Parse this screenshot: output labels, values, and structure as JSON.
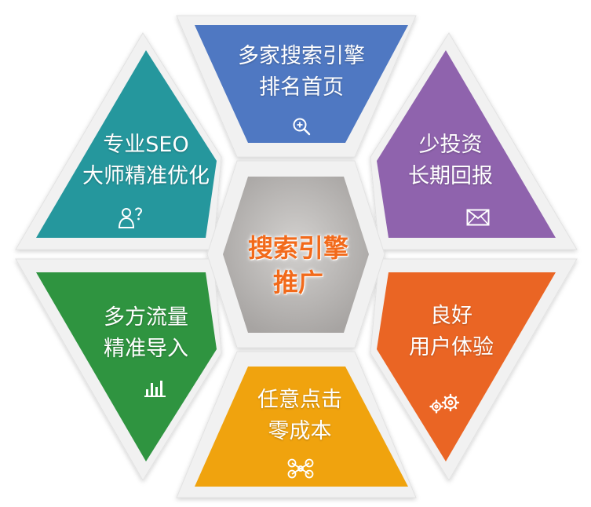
{
  "center": {
    "line1": "搜索引擎",
    "line2": "推广"
  },
  "segments": [
    {
      "id": "top",
      "line1": "多家搜索引擎",
      "line2": "排名首页",
      "icon": "search-zoom-icon",
      "color": "#4f78c2"
    },
    {
      "id": "top-right",
      "line1": "少投资",
      "line2": "长期回报",
      "icon": "envelope-icon",
      "color": "#8f63ad"
    },
    {
      "id": "bottom-right",
      "line1": "良好",
      "line2": "用户体验",
      "icon": "gears-icon",
      "color": "#ea6524"
    },
    {
      "id": "bottom",
      "line1": "任意点击",
      "line2": "零成本",
      "icon": "network-nodes-icon",
      "color": "#f0a30e"
    },
    {
      "id": "bottom-left",
      "line1": "多方流量",
      "line2": "精准导入",
      "icon": "bar-chart-icon",
      "color": "#2f9440"
    },
    {
      "id": "top-left",
      "line1": "专业SEO",
      "line2": "大师精准优化",
      "icon": "user-question-icon",
      "color": "#25979d"
    }
  ]
}
